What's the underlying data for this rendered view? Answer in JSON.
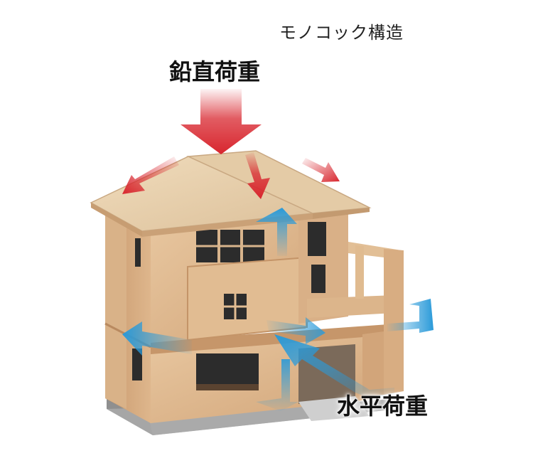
{
  "diagram": {
    "title": "モノコック構造",
    "vertical_load_label": "鉛直荷重",
    "horizontal_load_label": "水平荷重"
  },
  "colors": {
    "red_arrow": "#d8262e",
    "blue_arrow": "#2a9ad9",
    "wood_light": "#e6c39b",
    "wood_mid": "#d7ac80",
    "wood_dark": "#b98a60",
    "roof": "#ead5b3",
    "foundation": "#8f8f8f",
    "window": "#2c2c2c"
  }
}
